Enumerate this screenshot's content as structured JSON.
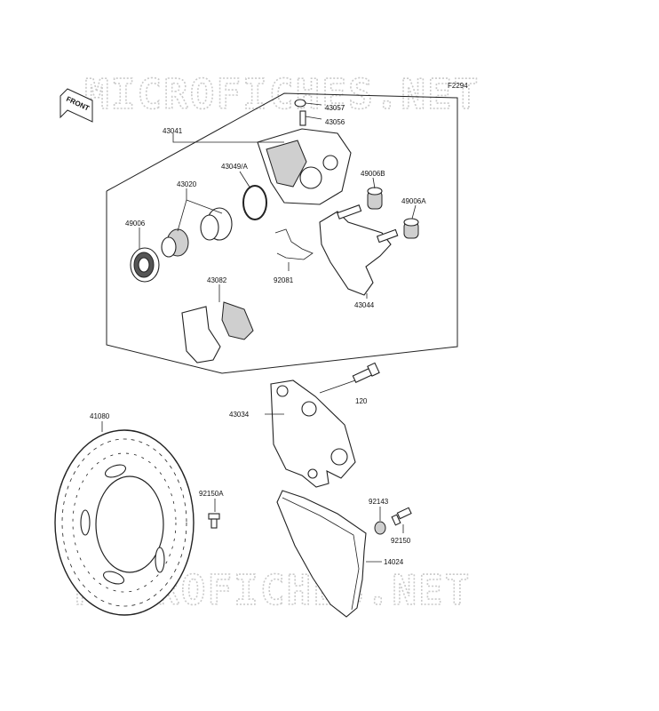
{
  "figure_code": "F2294",
  "watermark": {
    "text": "MICROFICHES.NET"
  },
  "front_label": "FRONT",
  "parts": {
    "p43057": "43057",
    "p43056": "43056",
    "p43041": "43041",
    "p43049A": "43049/A",
    "p49006B": "49006B",
    "p43020": "43020",
    "p49006A": "49006A",
    "p49006": "49006",
    "p92081": "92081",
    "p43082": "43082",
    "p43044": "43044",
    "p120": "120",
    "p43034": "43034",
    "p41080": "41080",
    "p92150A": "92150A",
    "p92143": "92143",
    "p92150": "92150",
    "p14024": "14024"
  }
}
